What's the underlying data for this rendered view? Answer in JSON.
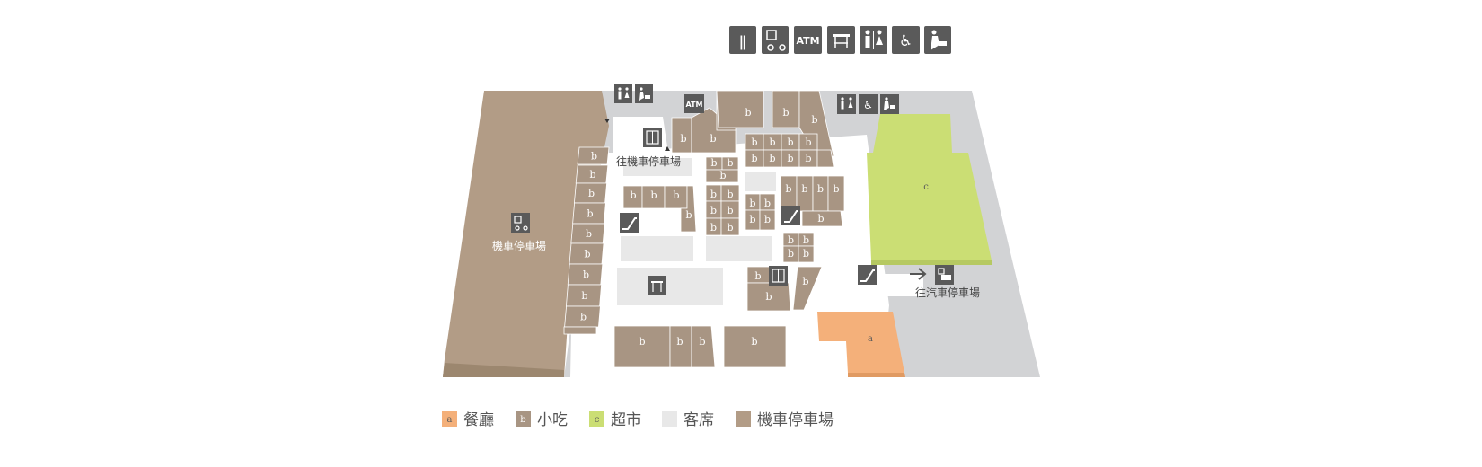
{
  "colors": {
    "restaurant": "#f4b07a",
    "snack": "#a89583",
    "supermarket": "#cbde74",
    "seating": "#e8e8e8",
    "motorcycle_parking": "#b29c86",
    "corridor": "#d2d3d5",
    "icon_bg": "#5a5a5a"
  },
  "top_icons": [
    {
      "icon": "restaurant-icon",
      "glyph": "🍴"
    },
    {
      "icon": "motorcycle-parking-icon",
      "glyph": "🛵"
    },
    {
      "icon": "atm-icon",
      "glyph": "ATM"
    },
    {
      "icon": "seating-area-icon",
      "glyph": "🪑"
    },
    {
      "icon": "restroom-icon",
      "glyph": "🚻"
    },
    {
      "icon": "accessible-icon",
      "glyph": "♿"
    },
    {
      "icon": "nursing-room-icon",
      "glyph": "🤱"
    }
  ],
  "map": {
    "unit_letters": {
      "restaurant": "a",
      "snack": "b",
      "supermarket": "c"
    },
    "atm_label": "ATM",
    "to_motorcycle_parking": "往機車停車場",
    "motorcycle_parking_area": "機車停車場",
    "to_car_parking": "往汽車停車場"
  },
  "legend": [
    {
      "letter": "a",
      "color": "#f4b07a",
      "label": "餐廳"
    },
    {
      "letter": "b",
      "color": "#a89583",
      "label": "小吃"
    },
    {
      "letter": "c",
      "color": "#cbde74",
      "label": "超市"
    },
    {
      "letter": "",
      "color": "#e8e8e8",
      "label": "客席"
    },
    {
      "letter": "",
      "color": "#b29c86",
      "label": "機車停車場"
    }
  ]
}
